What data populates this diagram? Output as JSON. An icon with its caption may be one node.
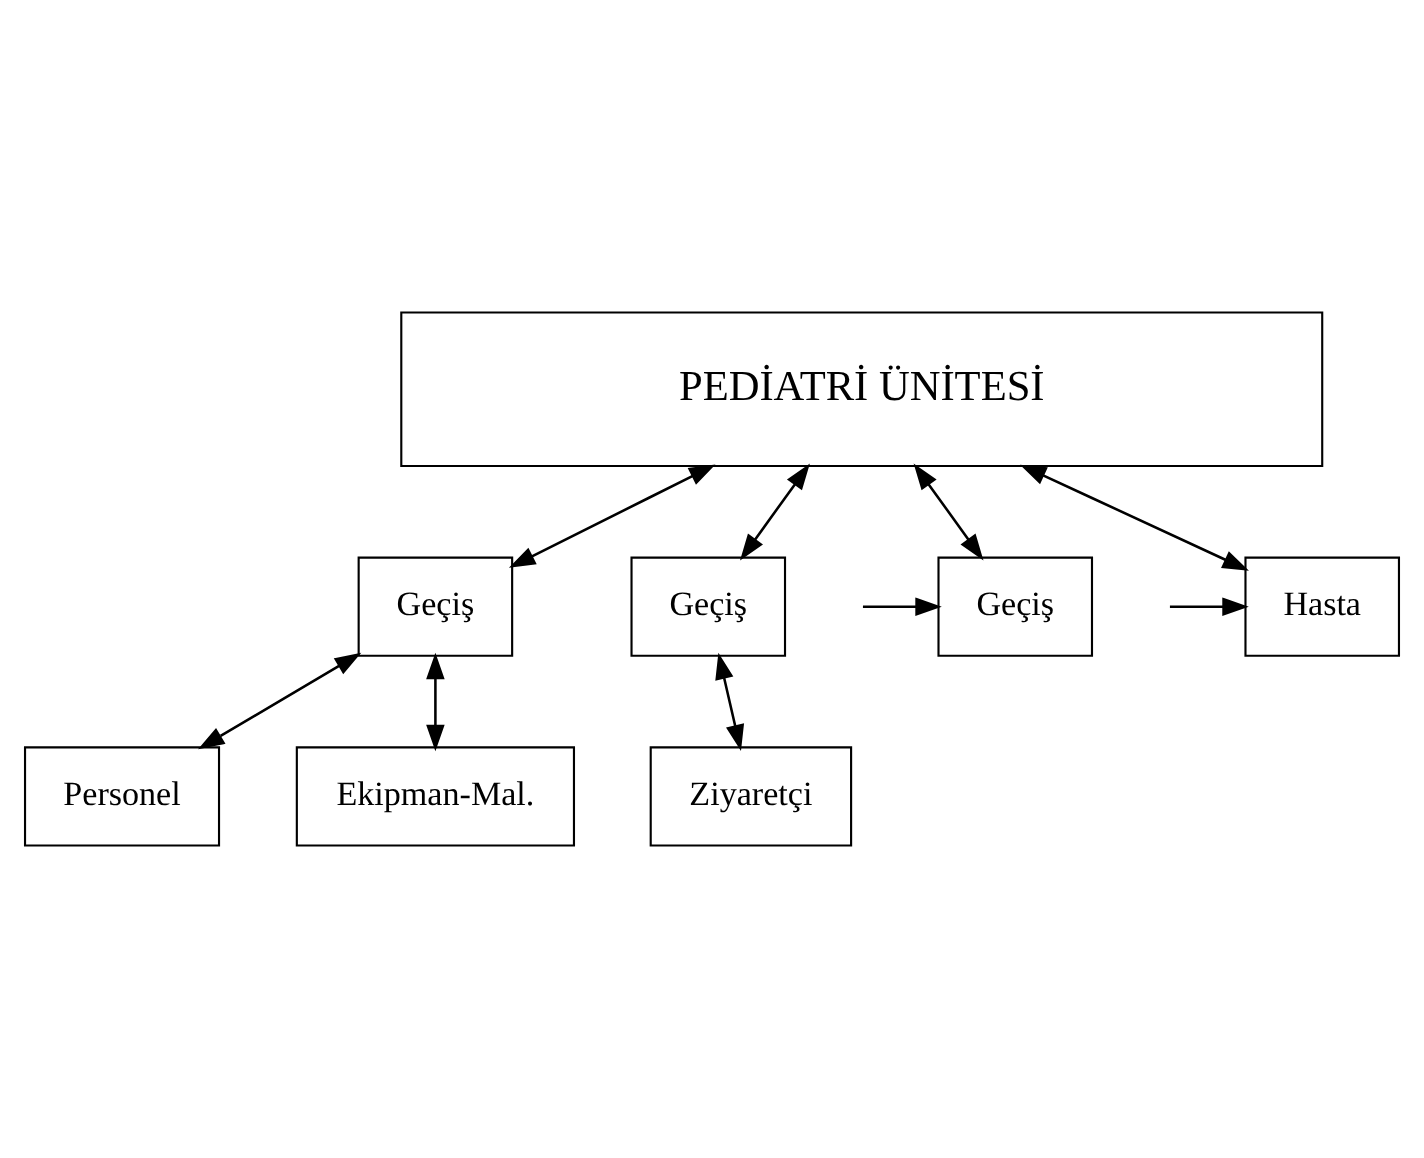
{
  "diagram": {
    "nodes": [
      {
        "text": [
          "PEDİATRİ ÜNİTESİ"
        ]
      },
      {
        "text": [
          "Geçiş"
        ]
      },
      {
        "text": [
          "Geçiş"
        ]
      },
      {
        "text": [
          "Geçiş"
        ]
      },
      {
        "text": [
          "Ziyaretçi"
        ]
      },
      {
        "text": [
          "Personel"
        ]
      },
      {
        "text": [
          "Hasta"
        ]
      },
      {
        "text": [
          "Ekipman-Mal."
        ]
      }
    ],
    "edges": [
      {
        "from": 0,
        "to": 1,
        "arrow": "both"
      },
      {
        "from": 0,
        "to": 2,
        "arrow": "both"
      },
      {
        "from": 0,
        "to": 6,
        "arrow": "both"
      },
      {
        "from": 0,
        "to": 3,
        "arrow": "both"
      },
      {
        "from": 2,
        "to": 4,
        "arrow": "both"
      },
      {
        "from": 1,
        "to": 5,
        "arrow": "both"
      },
      {
        "from": 1,
        "to": 7,
        "arrow": "both"
      },
      {
        "from": null,
        "to": 3,
        "arrow": "to"
      },
      {
        "from": null,
        "to": 6,
        "arrow": "to"
      }
    ]
  }
}
